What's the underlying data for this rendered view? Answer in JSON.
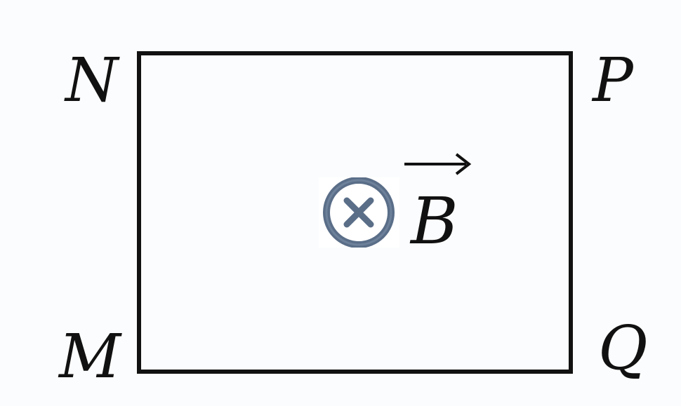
{
  "diagram": {
    "corners": {
      "top_left": "N",
      "top_right": "P",
      "bottom_left": "M",
      "bottom_right": "Q"
    },
    "field": {
      "symbol": "B",
      "vector_arrow": true,
      "direction_icon": "into-page-cross-icon"
    },
    "colors": {
      "line": "#111111",
      "icon": "#5a6e88",
      "background": "#fbfcfd"
    }
  }
}
